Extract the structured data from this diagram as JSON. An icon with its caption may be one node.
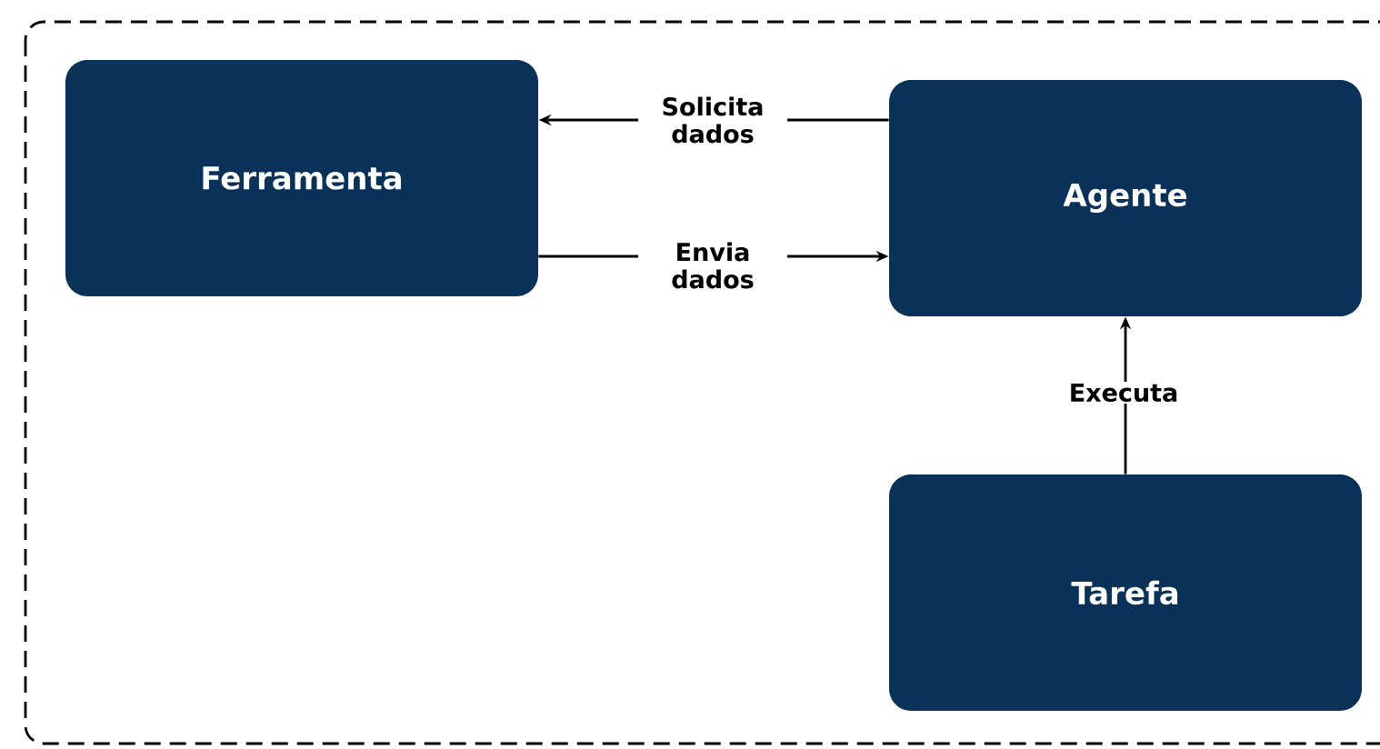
{
  "diagram": {
    "nodes": [
      {
        "text": [
          "Ferramenta"
        ]
      },
      {
        "text": [
          "Agente"
        ]
      },
      {
        "text": [
          "Tarefa"
        ]
      }
    ],
    "edges": [
      {
        "from": 1,
        "to": 0,
        "arrow": "to",
        "label": "Solicita dados"
      },
      {
        "from": 0,
        "to": 1,
        "arrow": "to",
        "label": "Envia dados"
      },
      {
        "from": 2,
        "to": 1,
        "arrow": "to",
        "label": "Executa"
      }
    ]
  }
}
